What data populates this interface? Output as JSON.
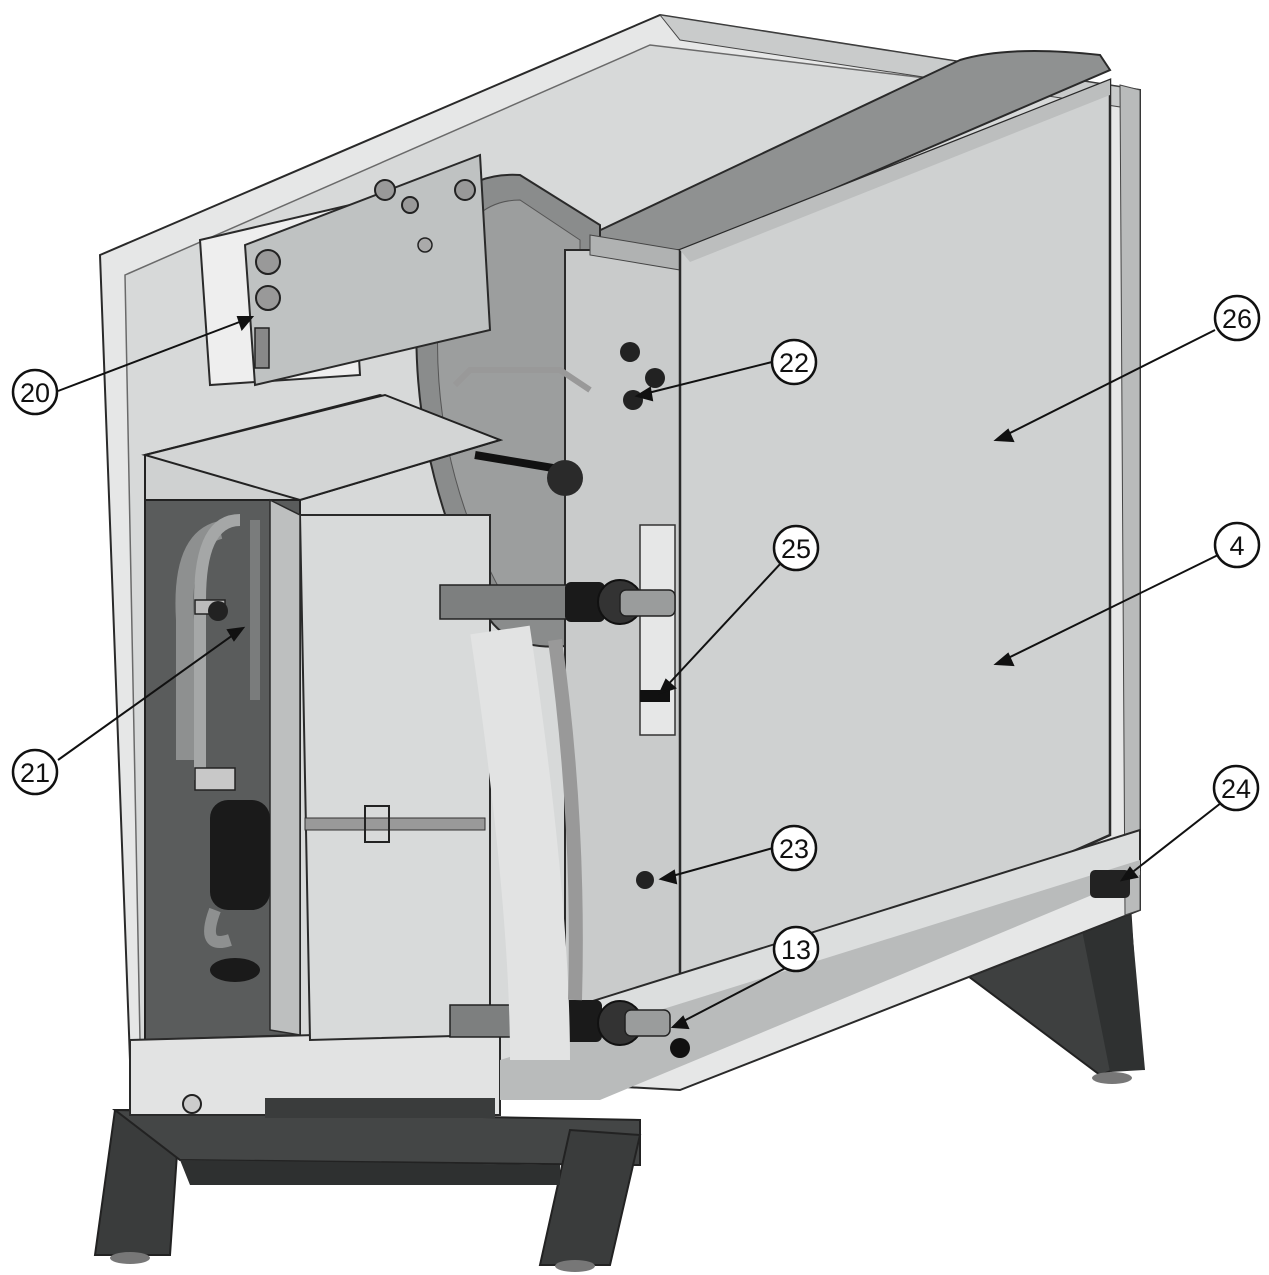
{
  "callouts": [
    {
      "id": "20",
      "label": "20"
    },
    {
      "id": "22",
      "label": "22"
    },
    {
      "id": "26",
      "label": "26"
    },
    {
      "id": "25",
      "label": "25"
    },
    {
      "id": "4",
      "label": "4"
    },
    {
      "id": "21",
      "label": "21"
    },
    {
      "id": "24",
      "label": "24"
    },
    {
      "id": "23",
      "label": "23"
    },
    {
      "id": "13",
      "label": "13"
    }
  ],
  "colors": {
    "panel_light": "#d4d6d6",
    "panel_mid": "#bfc2c2",
    "panel_dark": "#8a8c8c",
    "interior_dark": "#5a5c5c",
    "legs": "#3a3c3c",
    "pipe_black": "#1a1a1a",
    "outline": "#2a2a2a",
    "callout_stroke": "#111111"
  }
}
